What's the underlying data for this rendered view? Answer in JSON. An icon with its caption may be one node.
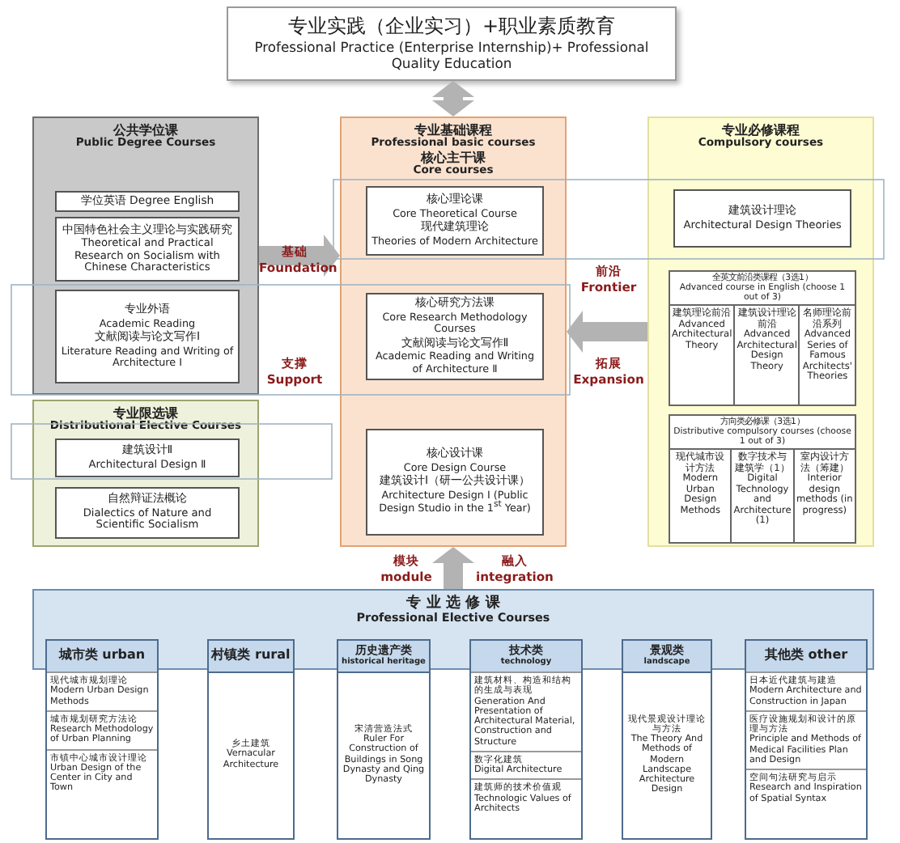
{
  "diagram": {
    "nodes": [
      {
        "text": [
          "专业实践（企业实习）+职业素质教育",
          "Professional Practice (Enterprise Internship)+ Professional Quality Education"
        ]
      },
      {
        "text": [
          "公共学位课",
          "Public Degree Courses"
        ]
      },
      {
        "text": [
          "学位英语 Degree English"
        ],
        "in": 1
      },
      {
        "text": [
          "中国特色社会主义理论与实践研究",
          "Theoretical and Practical Research on Socialism with Chinese Characteristics"
        ],
        "in": 1
      },
      {
        "text": [
          "专业外语",
          "Academic Reading",
          "文献阅读与论文写作Ⅰ",
          "Literature Reading and Writing of Architecture I"
        ],
        "in": 1
      },
      {
        "text": [
          "专业限选课",
          "Distributional Elective Courses"
        ]
      },
      {
        "text": [
          "建筑设计Ⅱ",
          "Architectural Design Ⅱ"
        ],
        "in": 5
      },
      {
        "text": [
          "自然辩证法概论",
          "Dialectics of Nature and Scientific Socialism"
        ],
        "in": 5
      },
      {
        "text": [
          "专业基础课程",
          "Professional basic courses",
          "核心主干课",
          "Core courses"
        ]
      },
      {
        "text": [
          "核心理论课",
          "Core Theoretical Course",
          "现代建筑理论",
          "Theories of Modern Architecture"
        ],
        "in": 8
      },
      {
        "text": [
          "核心研究方法课",
          "Core Research Methodology Courses",
          "文献阅读与论文写作Ⅱ",
          "Academic Reading and Writing of Architecture Ⅱ"
        ],
        "in": 8
      },
      {
        "text": [
          "核心设计课",
          "Core Design Course",
          "建筑设计Ⅰ（研一公共设计课）",
          "Architecture Design Ⅰ (Public Design Studio in the 1$^{st}$ Year)"
        ],
        "in": 8
      },
      {
        "text": [
          "专业必修课程",
          "Compulsory courses"
        ]
      },
      {
        "text": [
          "建筑设计理论",
          "Architectural Design Theories"
        ],
        "in": 12
      },
      {
        "text": [
          "全英文前沿类课程（3选1）",
          "Advanced course in English (choose 1 out of 3)"
        ],
        "in": 12
      },
      {
        "text": [
          "建筑理论前沿",
          "Advanced Architectural Theory"
        ],
        "in": 14
      },
      {
        "text": [
          "建筑设计理论前沿",
          "Advanced Architectural Design Theory"
        ],
        "in": 14
      },
      {
        "text": [
          "名师理论前沿系列",
          "Advanced Series of Famous Architects' Theories"
        ],
        "in": 14
      },
      {
        "text": [
          "方向类必修课（3选1）",
          "Distributive compulsory courses (choose 1 out of 3)"
        ],
        "in": 12
      },
      {
        "text": [
          "现代城市设计方法",
          "Modern Urban Design Methods"
        ],
        "in": 18
      },
      {
        "text": [
          "数字技术与建筑学（1）",
          "Digital Technology and Architecture (1)"
        ],
        "in": 18
      },
      {
        "text": [
          "室内设计方法（筹建）",
          "Interior design methods (in progress)"
        ],
        "in": 18
      },
      {
        "text": [
          "专 业 选 修 课",
          "Professional Elective Courses"
        ]
      },
      {
        "text": [
          "城市类 urban"
        ]
      },
      {
        "text": [
          "现代城市规划理论",
          "Modern Urban Design Methods"
        ],
        "in": 23
      },
      {
        "text": [
          "城市规划研究方法论",
          "Research Methodology of Urban Planning"
        ],
        "in": 23
      },
      {
        "text": [
          "市镇中心城市设计理论",
          "Urban Design of the Center in City and Town"
        ],
        "in": 23
      },
      {
        "text": [
          "村镇类 rural"
        ]
      },
      {
        "text": [
          "乡土建筑",
          "Vernacular Architecture"
        ],
        "in": 27
      },
      {
        "text": [
          "历史遗产类",
          "historical heritage"
        ]
      },
      {
        "text": [
          "宋清营造法式",
          "Ruler For Construction of Buildings in Song Dynasty and Qing Dynasty"
        ],
        "in": 29
      },
      {
        "text": [
          "技术类",
          "technology"
        ]
      },
      {
        "text": [
          "建筑材料、构造和结构的生成与表现",
          "Generation And Presentation of Architectural Material, Construction and Structure"
        ],
        "in": 31
      },
      {
        "text": [
          "数字化建筑",
          "Digital Architecture"
        ],
        "in": 31
      },
      {
        "text": [
          "建筑师的技术价值观",
          "Technologic Values of Architects"
        ],
        "in": 31
      },
      {
        "text": [
          "景观类",
          "landscape"
        ]
      },
      {
        "text": [
          "现代景观设计理论与方法",
          "The Theory And Methods of Modern Landscape Architecture Design"
        ],
        "in": 35
      },
      {
        "text": [
          "其他类 other"
        ]
      },
      {
        "text": [
          "日本近代建筑与建造",
          "Modern Architecture and Construction in Japan"
        ],
        "in": 37
      },
      {
        "text": [
          "医疗设施规划和设计的原理与方法",
          "Principle and Methods of Medical Facilities Plan and Design"
        ],
        "in": 37
      },
      {
        "text": [
          "空间句法研究与启示",
          "Research and Inspiration of Spatial Syntax"
        ],
        "in": 37
      }
    ],
    "edges": [
      {
        "from": 0,
        "to": 8,
        "arrow": "both"
      },
      {
        "from": 1,
        "to": 8,
        "arrow": "to",
        "label": "基础 Foundation"
      },
      {
        "from": 12,
        "to": 8,
        "arrow": "to",
        "label": "前沿 Frontier"
      },
      {
        "from": 22,
        "to": 8,
        "arrow": "to",
        "label": "模块 module"
      }
    ],
    "labels": [
      "支撑 Support",
      "拓展 Expansion",
      "融入 integration"
    ]
  }
}
